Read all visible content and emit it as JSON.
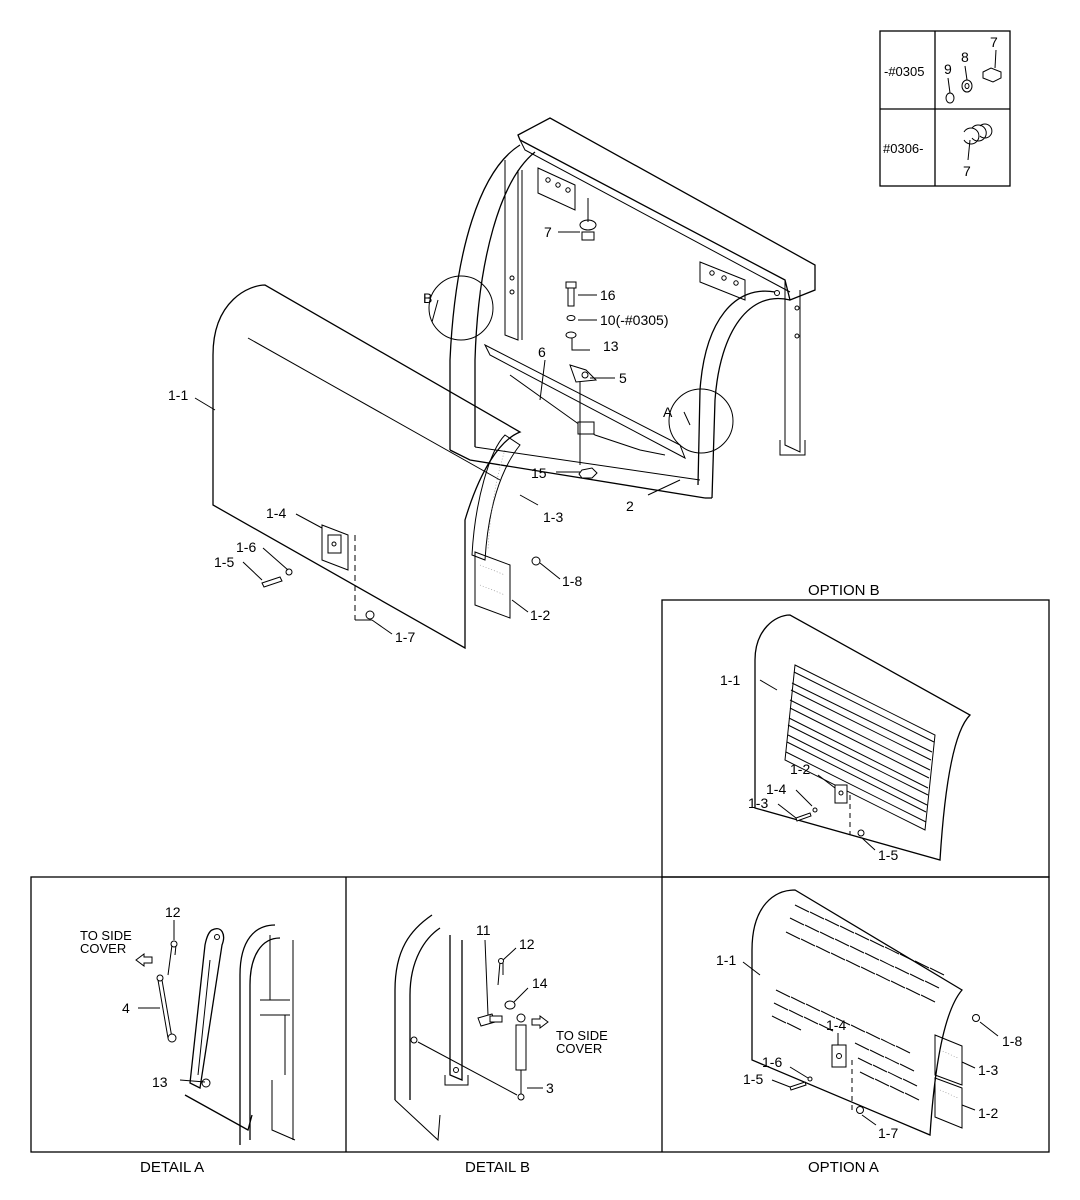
{
  "serial_table": {
    "row1": {
      "range": "-#0305",
      "parts": [
        "9",
        "8",
        "7"
      ]
    },
    "row2": {
      "range": "#0306-",
      "parts": [
        "7"
      ]
    }
  },
  "main": {
    "labels": {
      "l1_1": "1-1",
      "l1_4": "1-4",
      "l1_6": "1-6",
      "l1_5": "1-5",
      "l1_7": "1-7",
      "l1_3": "1-3",
      "l1_8": "1-8",
      "l1_2": "1-2",
      "l7": "7",
      "l16": "16",
      "l10": "10(-#0305)",
      "l13": "13",
      "l6": "6",
      "l5": "5",
      "l15": "15",
      "l2": "2",
      "circleA": "A",
      "circleB": "B"
    }
  },
  "option_b": {
    "caption": "OPTION B",
    "labels": {
      "l1_1": "1-1",
      "l1_2": "1-2",
      "l1_4": "1-4",
      "l1_3": "1-3",
      "l1_5": "1-5"
    }
  },
  "detail_a": {
    "caption": "DETAIL A",
    "note_line1": "TO SIDE",
    "note_line2": "COVER",
    "labels": {
      "l12": "12",
      "l4": "4",
      "l13": "13"
    }
  },
  "detail_b": {
    "caption": "DETAIL B",
    "note_line1": "TO SIDE",
    "note_line2": "COVER",
    "labels": {
      "l11": "11",
      "l12": "12",
      "l14": "14",
      "l3": "3"
    }
  },
  "option_a": {
    "caption": "OPTION A",
    "labels": {
      "l1_1": "1-1",
      "l1_4": "1-4",
      "l1_6": "1-6",
      "l1_5": "1-5",
      "l1_7": "1-7",
      "l1_8": "1-8",
      "l1_3": "1-3",
      "l1_2": "1-2"
    }
  }
}
